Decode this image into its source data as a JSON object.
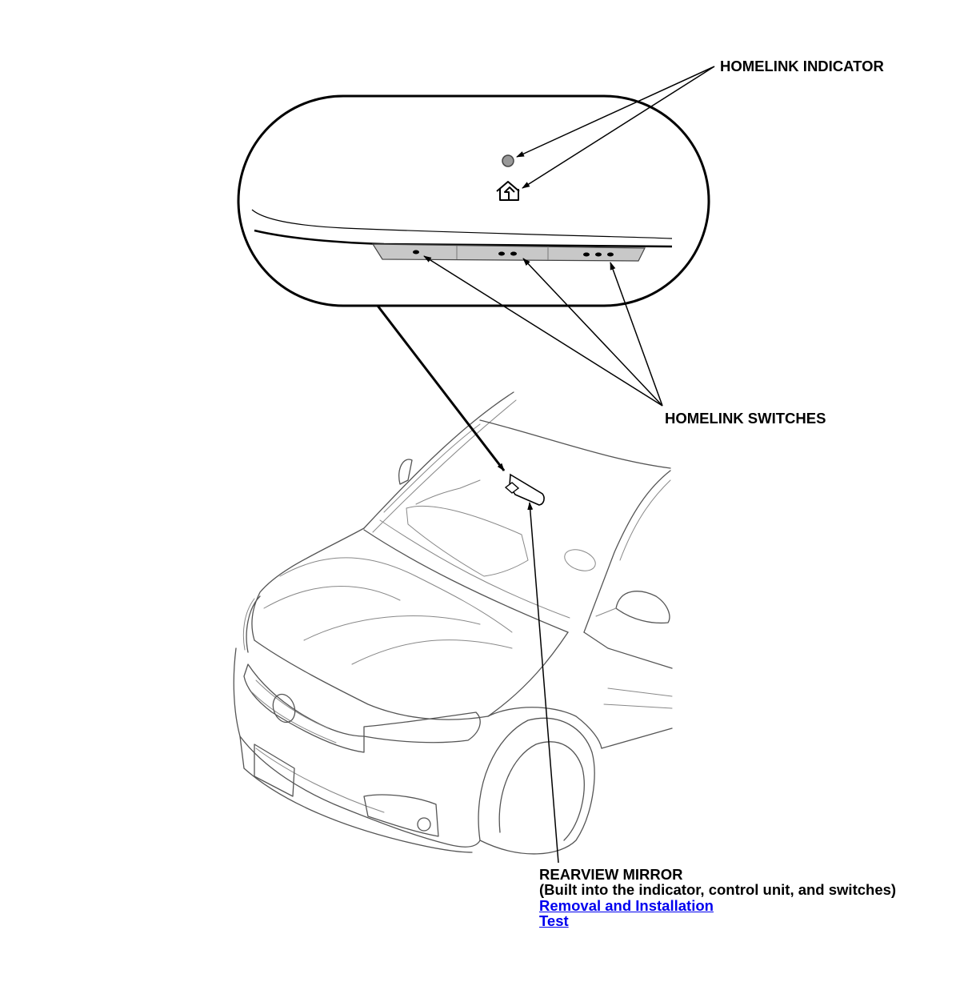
{
  "labels": {
    "homelink_indicator": "HOMELINK INDICATOR",
    "homelink_switches": "HOMELINK SWITCHES",
    "rearview_mirror": "REARVIEW MIRROR",
    "rearview_mirror_note": "(Built into the indicator, control unit, and switches)"
  },
  "links": {
    "removal_installation": "Removal and Installation",
    "test": "Test"
  },
  "icons": {
    "indicator_light": "indicator-light-icon",
    "homelink": "homelink-house-icon"
  },
  "colors": {
    "link": "#0000ee",
    "switch_strip": "#c8c8c8"
  }
}
